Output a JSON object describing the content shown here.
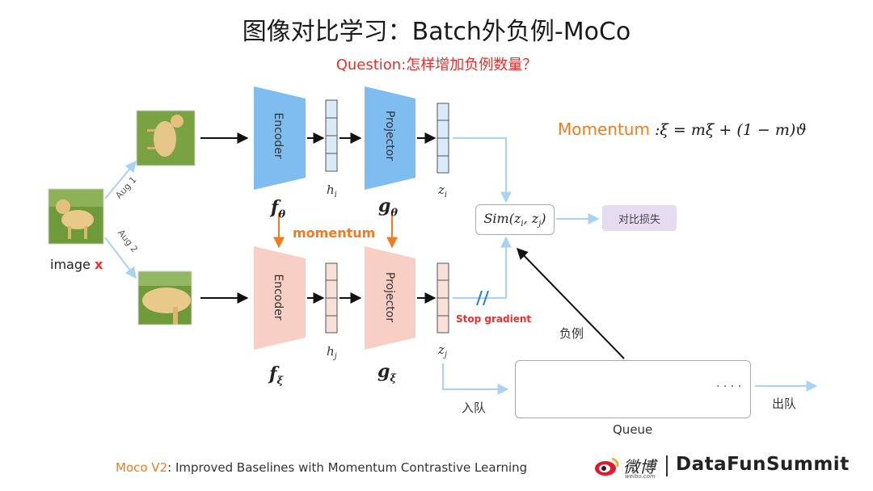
{
  "title": "图像对比学习：Batch外负例-MoCo",
  "question": "Question:怎样增加负例数量？",
  "momentum_formula": {
    "label": "Momentum",
    "equation": ":ξ = mξ + (1 − m)ϑ"
  },
  "input": {
    "label": "image",
    "var": "x",
    "aug1": "Aug 1",
    "aug2": "Aug 2"
  },
  "top_branch": {
    "encoder": "Encoder",
    "projector": "Projector",
    "h": "h",
    "h_sub": "i",
    "z": "z",
    "z_sub": "i",
    "f": "f",
    "f_sub": "θ",
    "g": "g",
    "g_sub": "θ"
  },
  "bottom_branch": {
    "encoder": "Encoder",
    "projector": "Projector",
    "h": "h",
    "h_sub": "j",
    "z": "z",
    "z_sub": "j",
    "f": "f",
    "f_sub": "ξ",
    "g": "g",
    "g_sub": "ξ"
  },
  "momentum_arrow_label": "momentum",
  "similarity": "Sim(z_i, z_j)",
  "sim_parts": {
    "name": "Sim(",
    "z1": "z",
    "s1": "i",
    "comma": ", ",
    "z2": "z",
    "s2": "j",
    "close": ")"
  },
  "loss": "对比损失",
  "stop_gradient": "Stop gradient",
  "negative": "负例",
  "queue": {
    "label": "Queue",
    "ellipsis": "· · · ·",
    "enqueue": "入队",
    "dequeue": "出队"
  },
  "footer": {
    "ref_name": "Moco V2",
    "ref_text": ": Improved Baselines with Momentum Contrastive Learning",
    "weibo": "微博",
    "weibo_sub": "weibo.com",
    "brand": "DataFunSummit"
  },
  "colors": {
    "encoder_top": "#7fbcef",
    "encoder_bottom": "#f8cfc4",
    "accent_orange": "#f07c1f",
    "accent_red": "#e8302e",
    "light_arrow": "#b9dcf7",
    "loss_bg": "#e6dcf1"
  }
}
